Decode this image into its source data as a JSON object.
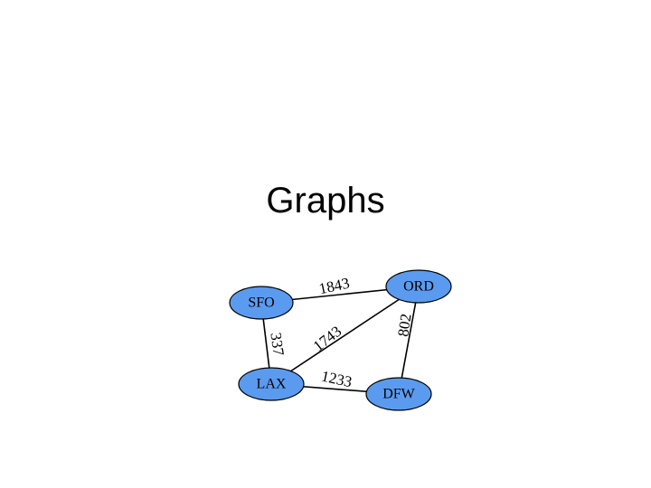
{
  "slide": {
    "title": "Graphs"
  },
  "graph": {
    "node_fill": "#5b9bef",
    "edge_color": "#000000",
    "nodes": [
      {
        "id": "SFO",
        "label": "SFO"
      },
      {
        "id": "ORD",
        "label": "ORD"
      },
      {
        "id": "LAX",
        "label": "LAX"
      },
      {
        "id": "DFW",
        "label": "DFW"
      }
    ],
    "edges": [
      {
        "from": "SFO",
        "to": "ORD",
        "weight": "1843"
      },
      {
        "from": "SFO",
        "to": "LAX",
        "weight": "337"
      },
      {
        "from": "LAX",
        "to": "ORD",
        "weight": "1743"
      },
      {
        "from": "ORD",
        "to": "DFW",
        "weight": "802"
      },
      {
        "from": "LAX",
        "to": "DFW",
        "weight": "1233"
      }
    ]
  }
}
